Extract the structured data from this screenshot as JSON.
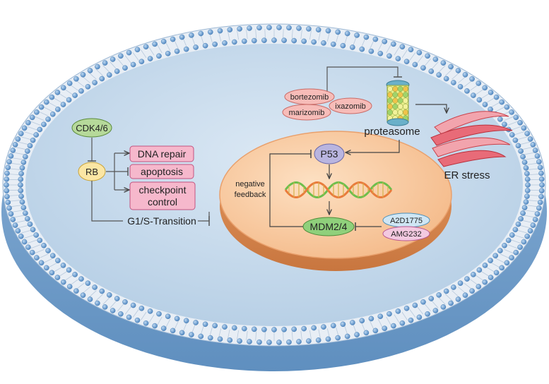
{
  "nodes": {
    "cdk": "CDK4/6",
    "rb": "RB",
    "dna_repair": "DNA repair",
    "apoptosis": "apoptosis",
    "checkpoint_line1": "checkpoint",
    "checkpoint_line2": "control",
    "g1s": "G1/S-Transition",
    "p53": "P53",
    "mdm": "MDM2/4",
    "proteasome": "proteasome",
    "er_stress": "ER stress",
    "negative_line1": "negative",
    "negative_line2": "feedback"
  },
  "drugs": {
    "bortezomib": "bortezomib",
    "marizomib": "marizomib",
    "ixazomib": "ixazomib",
    "a2d": "A2D1775",
    "amg": "AMG232"
  },
  "colors": {
    "cytoplasm": "#cfe0ef",
    "membrane_head": "#6c9fd2",
    "membrane_tail": "#9bb7d4",
    "nucleus": "#f7c9a0",
    "nucleus_rim": "#e9a06c",
    "pink_box": "#f6b8cc",
    "pink_border": "#c25480",
    "cdk_fill": "#b6d99a",
    "rb_fill": "#fbe6a4",
    "p53_fill": "#b9b5e0",
    "mdm_fill": "#8fd07b",
    "drug_fill": "#f7bcb8",
    "er_stress": "#e0404b"
  }
}
